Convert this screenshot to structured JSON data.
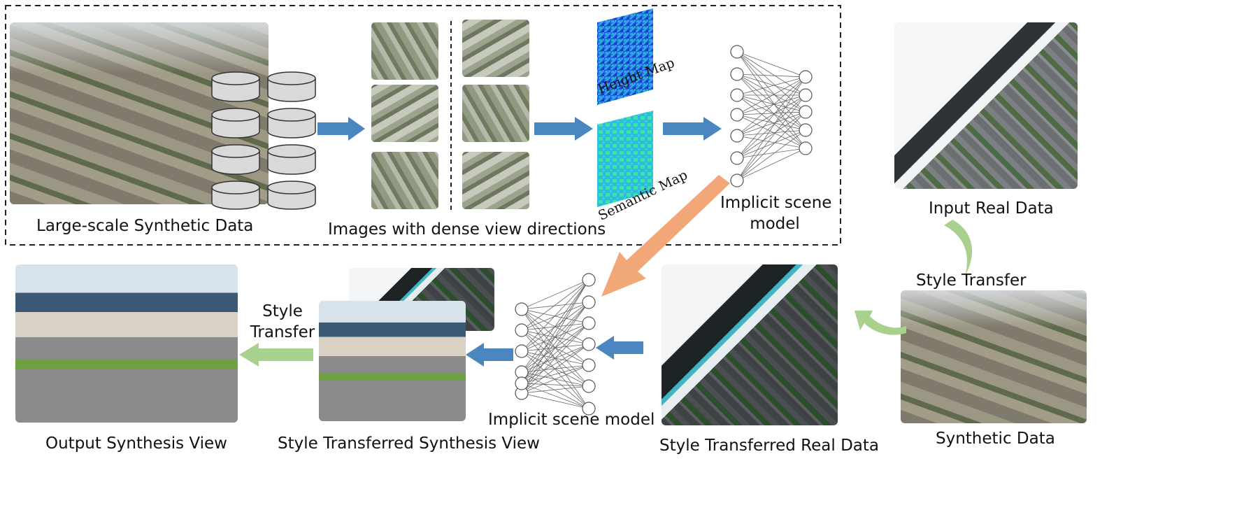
{
  "top_panel": {
    "synthetic_data_label": "Large-scale Synthetic Data",
    "dense_views_label": "Images with dense view directions",
    "height_map_label": "Height Map",
    "semantic_map_label": "Semantic Map",
    "implicit_model_label_line1": "Implicit scene",
    "implicit_model_label_line2": "model"
  },
  "right_panel": {
    "input_real_label": "Input Real Data",
    "style_transfer_label": "Style Transfer",
    "synthetic_data_label": "Synthetic Data"
  },
  "bottom_panel": {
    "output_view_label": "Output Synthesis View",
    "style_transfer_line1": "Style",
    "style_transfer_line2": "Transfer",
    "style_transferred_view_label": "Style Transferred Synthesis View",
    "implicit_model_label": "Implicit scene model",
    "style_transferred_real_label": "Style Transferred Real Data"
  },
  "colors": {
    "blue_arrow": "#4a86c0",
    "orange_arrow": "#f2a779",
    "green_arrow": "#a9d18e",
    "dashed_border": "#222222",
    "cylinder_fill": "#d9d9d9",
    "cylinder_stroke": "#333333"
  }
}
